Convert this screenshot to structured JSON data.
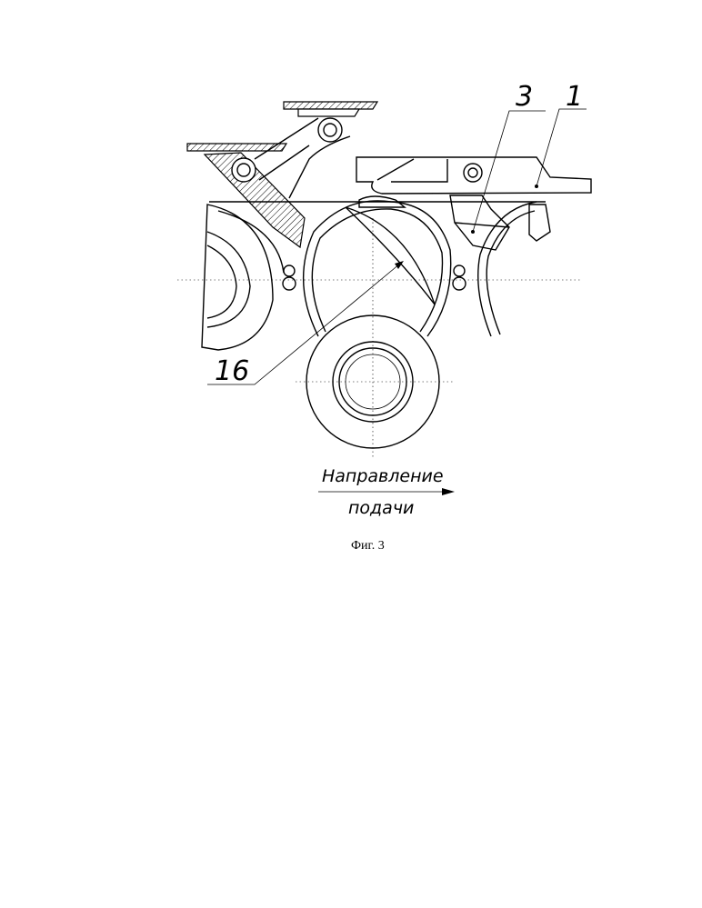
{
  "labels": {
    "part_1": "1",
    "part_3": "3",
    "part_16": "16"
  },
  "direction": {
    "line1": "Направление",
    "line2": "подачи"
  },
  "caption": "Фиг. 3"
}
